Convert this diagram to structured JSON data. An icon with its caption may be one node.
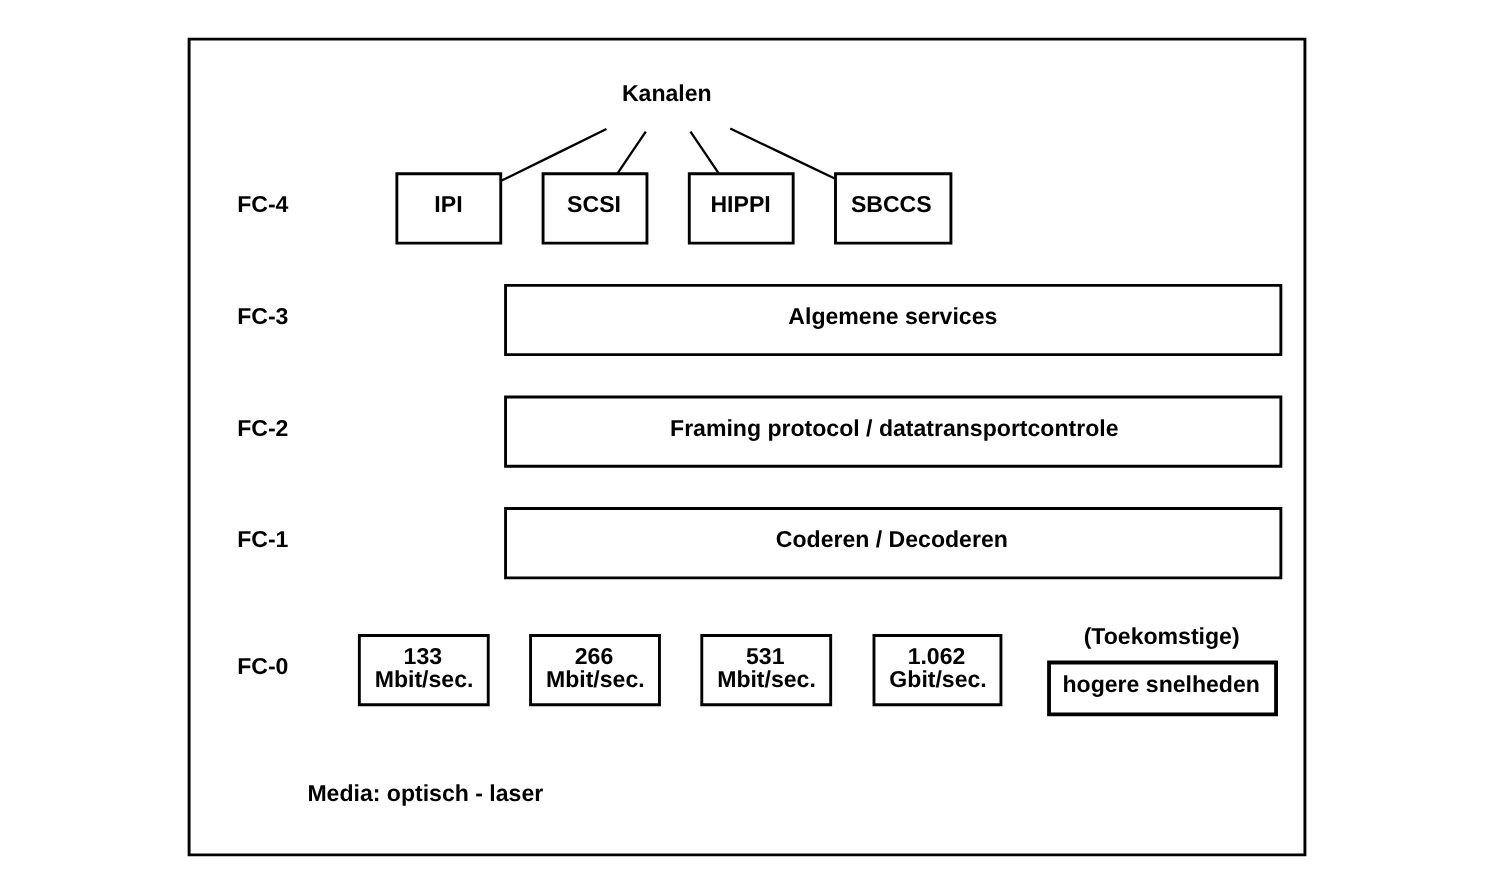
{
  "diagram": {
    "nodes": [
      {
        "text": [],
        "shape": "box"
      },
      {
        "text": [
          "Kanalen"
        ],
        "in": 0
      },
      {
        "text": [
          "IPI"
        ],
        "in": 0
      },
      {
        "text": [
          "SCSI"
        ],
        "in": 0
      },
      {
        "text": [
          "HIPPI"
        ],
        "in": 0
      },
      {
        "text": [
          "SBCCS"
        ],
        "in": 0
      },
      {
        "text": [
          "Algemene services"
        ],
        "in": 0
      },
      {
        "text": [
          "Framing protocol / datatransportcontrole"
        ],
        "in": 0
      },
      {
        "text": [
          "Coderen / Decoderen"
        ],
        "in": 0
      },
      {
        "text": [
          "133 Mbit/sec."
        ],
        "in": 0
      },
      {
        "text": [
          "266 Mbit/sec."
        ],
        "in": 0
      },
      {
        "text": [
          "531 Mbit/sec."
        ],
        "in": 0
      },
      {
        "text": [
          "1.062 Gbit/sec."
        ],
        "in": 0
      },
      {
        "text": [
          "(Toekomstige)",
          "hogere snelheden"
        ],
        "in": 0
      }
    ],
    "edges": [
      {
        "from": 1,
        "to": 2,
        "arrow": "none"
      },
      {
        "from": 1,
        "to": 3,
        "arrow": "none"
      },
      {
        "from": 1,
        "to": 4,
        "arrow": "none"
      },
      {
        "from": 1,
        "to": 5,
        "arrow": "none"
      }
    ],
    "labels": [
      "FC-4",
      "FC-3",
      "FC-2",
      "FC-1",
      "FC-0",
      "Media: optisch - laser"
    ]
  }
}
